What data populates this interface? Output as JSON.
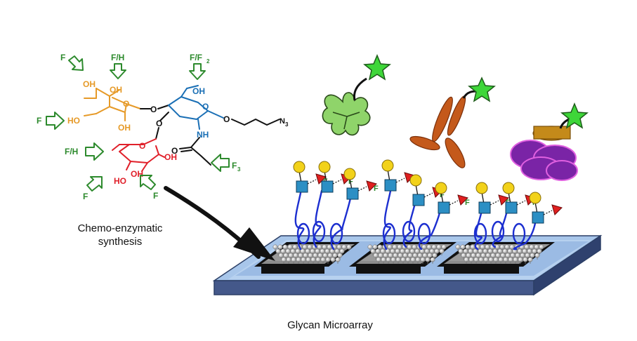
{
  "labels": {
    "synthesis_line1": "Chemo-enzymatic",
    "synthesis_line2": "synthesis",
    "array_caption": "Glycan Microarray"
  },
  "molecule": {
    "oh": "OH",
    "ho": "HO",
    "nh": "NH",
    "n3": "N",
    "n3_sub": "3",
    "o": "O"
  },
  "fluorination_sites": {
    "f": "F",
    "fh": "F/H",
    "ff2": "F/F",
    "ff2_sub": "2",
    "f3": "F"
  },
  "colors": {
    "galactose": "#e69a28",
    "glucosamine": "#1a6fb5",
    "fucose": "#e0202a",
    "arrow_green": "#2d8a2d",
    "gal_symbol": "#f2d21a",
    "glcnac_symbol": "#2c8fc4",
    "fuc_symbol": "#e02020",
    "lectin": "#8fd46a",
    "antibody": "#c4591b",
    "protein": "#7a24a6",
    "star": "#3ed639",
    "slide": "#4e6aa0",
    "linker": "#1c2fd0"
  }
}
